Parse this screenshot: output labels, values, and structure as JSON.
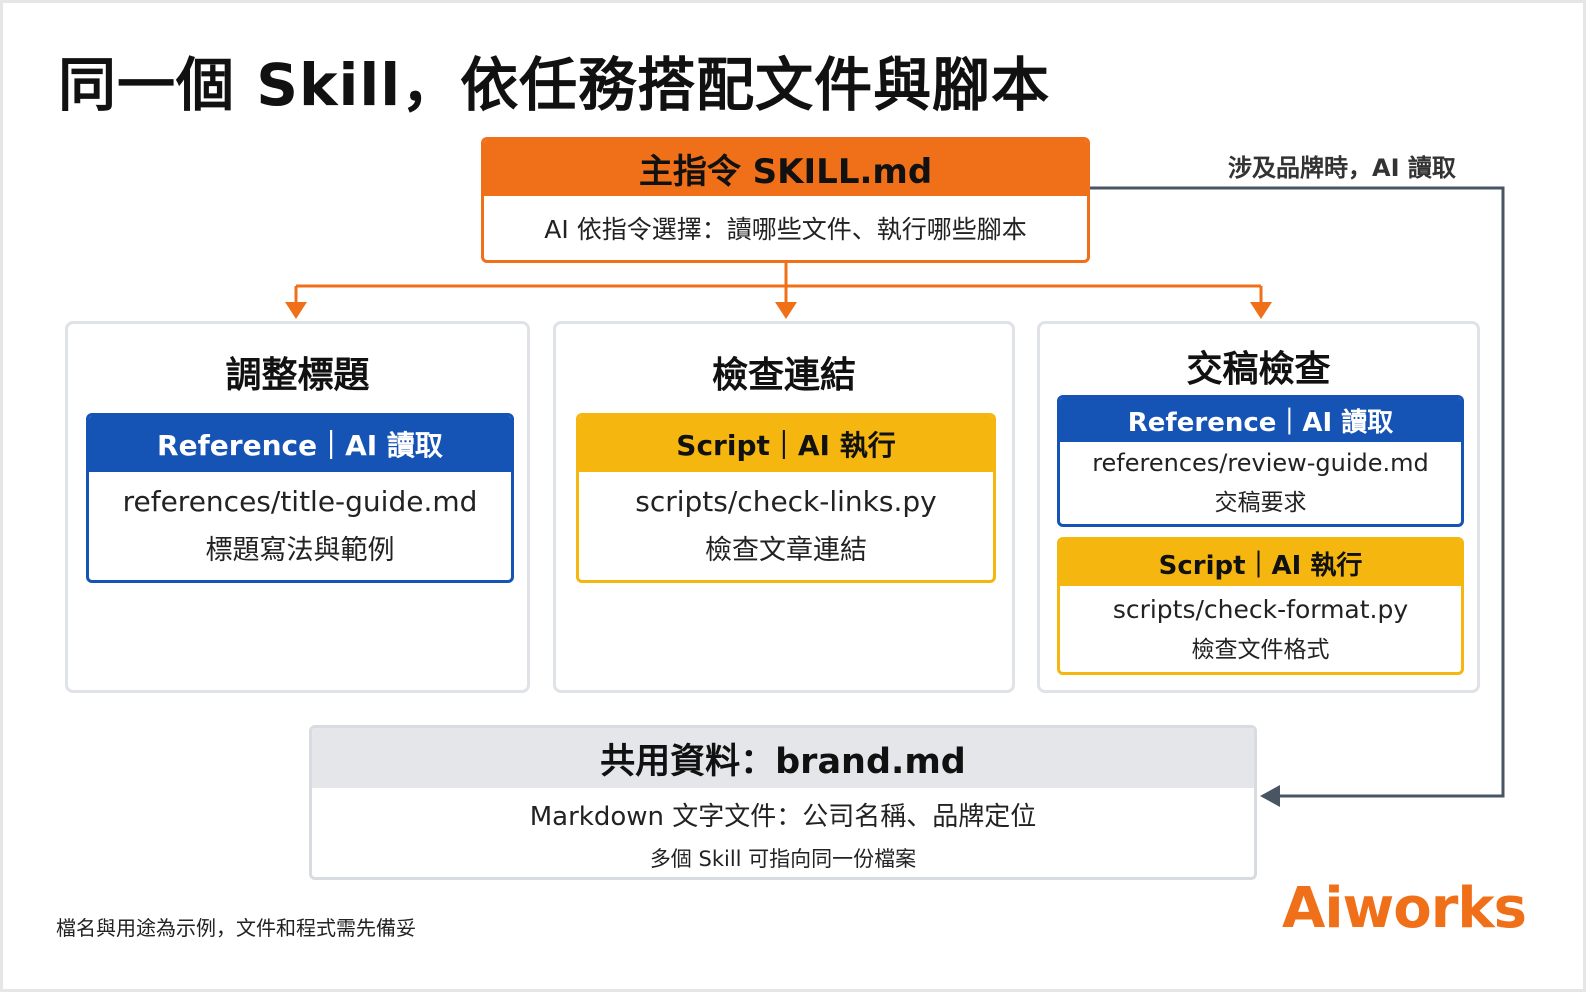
{
  "title": "同一個 Skill，依任務搭配文件與腳本",
  "main": {
    "header": "主指令 SKILL.md",
    "body": "AI 依指令選擇：讀哪些文件、執行哪些腳本"
  },
  "brand_note": "涉及品牌時，AI 讀取",
  "tasks": [
    {
      "title": "調整標題",
      "cards": [
        {
          "header": "Reference｜AI 讀取",
          "line1": "references/title-guide.md",
          "line2": "標題寫法與範例"
        }
      ]
    },
    {
      "title": "檢查連結",
      "cards": [
        {
          "header": "Script｜AI 執行",
          "line1": "scripts/check-links.py",
          "line2": "檢查文章連結"
        }
      ]
    },
    {
      "title": "交稿檢查",
      "cards": [
        {
          "header": "Reference｜AI 讀取",
          "line1": "references/review-guide.md",
          "line2": "交稿要求"
        },
        {
          "header": "Script｜AI 執行",
          "line1": "scripts/check-format.py",
          "line2": "檢查文件格式"
        }
      ]
    }
  ],
  "shared": {
    "header": "共用資料：brand.md",
    "line1": "Markdown 文字文件：公司名稱、品牌定位",
    "line2": "多個 Skill 可指向同一份檔案"
  },
  "footnote": "檔名與用途為示例，文件和程式需先備妥",
  "logo": "Aiworks",
  "colors": {
    "orange": "#f07019",
    "blue": "#1553b5",
    "yellow": "#f5b70f",
    "gray": "#e4e6ea",
    "connector_gray": "#4a5563"
  }
}
